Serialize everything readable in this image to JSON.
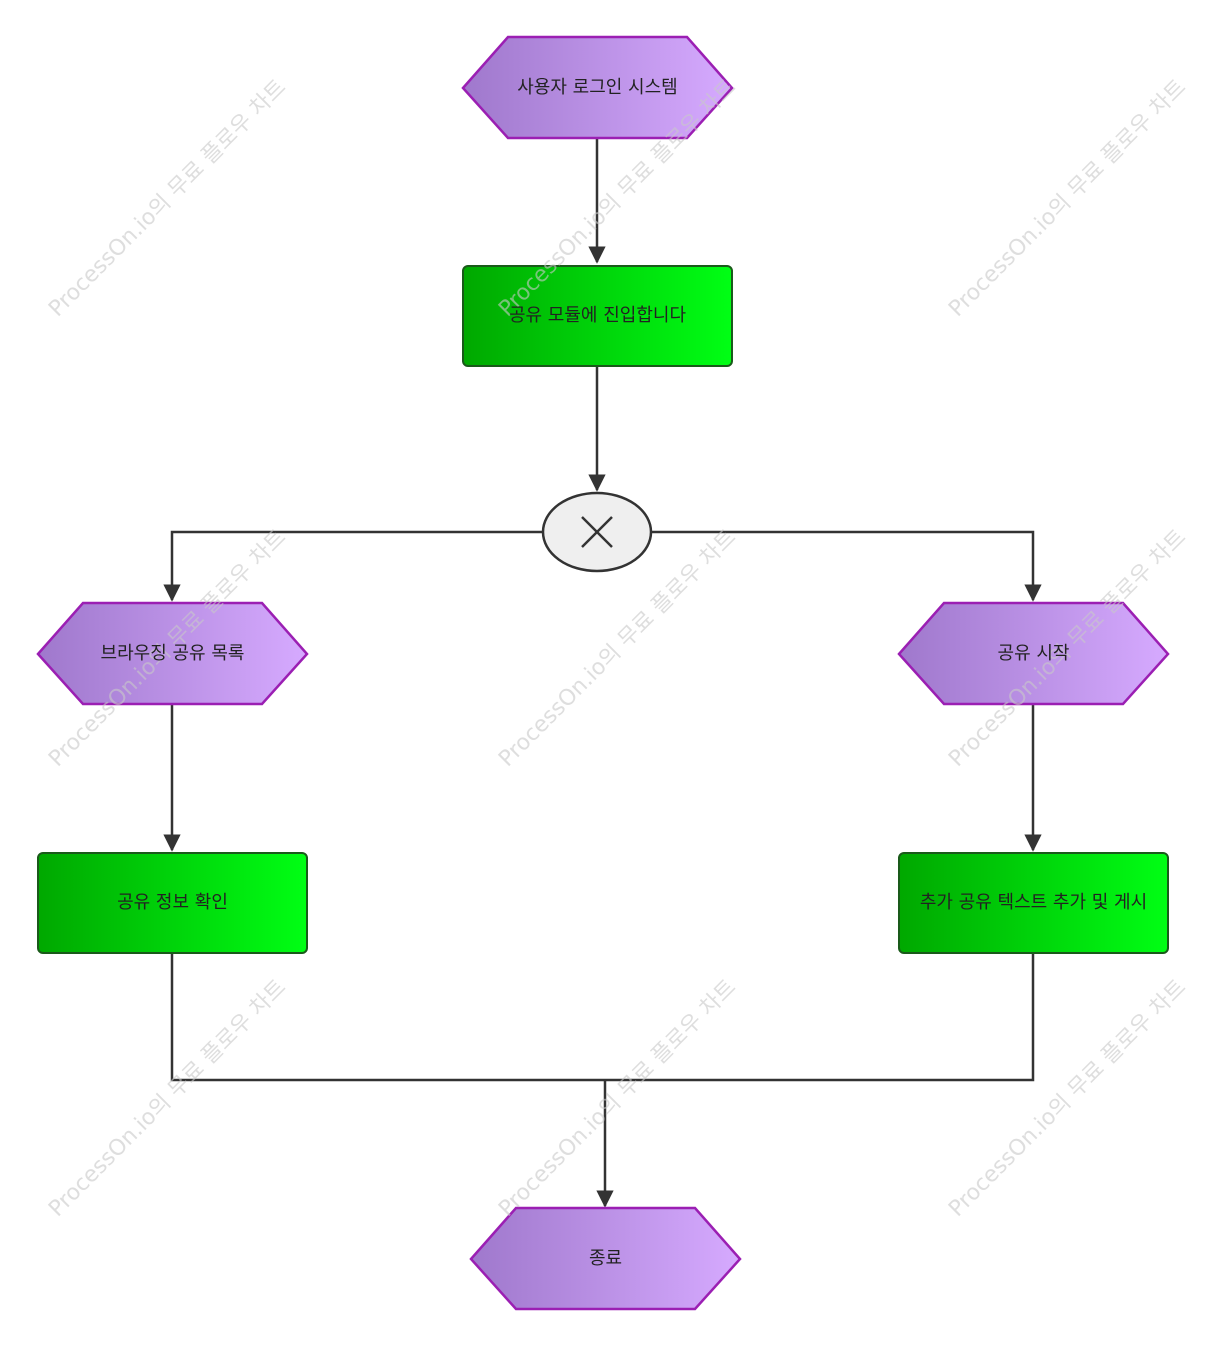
{
  "diagram": {
    "nodes": {
      "start": "사용자 로그인 시스템",
      "enter_module": "공유 모듈에 진입합니다",
      "browse_list": "브라우징 공유 목록",
      "start_share": "공유 시작",
      "check_info": "공유 정보 확인",
      "add_text_post": "추가 공유 텍스트 추가 및 게시",
      "end": "종료"
    },
    "watermark": "ProcessOn.io의 무료 플로우 차트",
    "colors": {
      "hex_fill_start": "#9f78cc",
      "hex_fill_end": "#d6aaff",
      "hex_stroke": "#9b1fb3",
      "rect_fill_start": "#00a800",
      "rect_fill_end": "#00ff14",
      "rect_stroke": "#1a5a1a",
      "gateway_fill": "#efefef",
      "connector": "#333333"
    }
  }
}
